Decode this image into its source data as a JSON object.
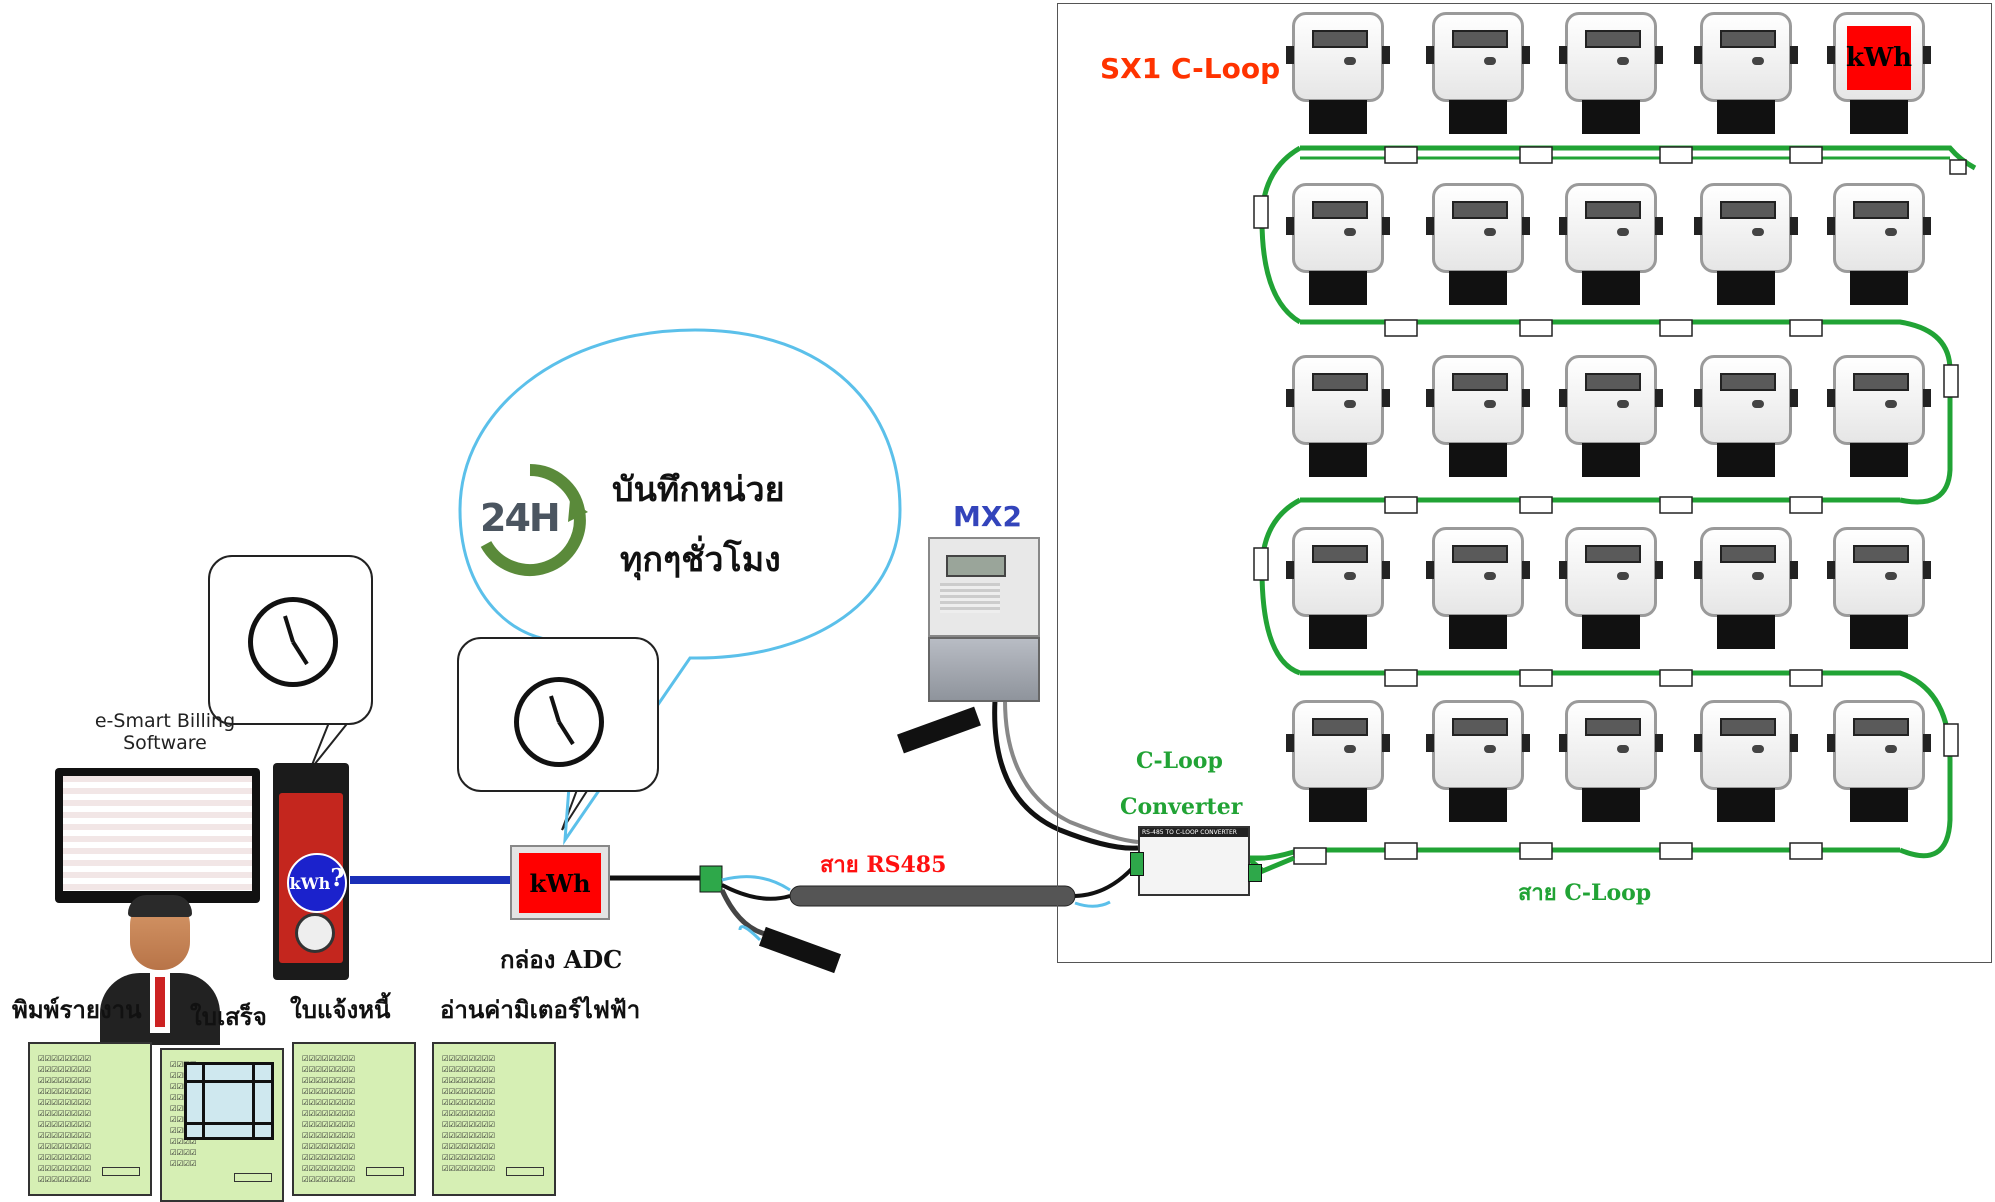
{
  "loop_title": "SX1 C-Loop",
  "meter_label": "kWh",
  "mx2_label": "MX2",
  "converter_label_1": "C-Loop",
  "converter_label_2": "Converter",
  "converter_device_text": "RS-485 TO C-LOOP CONVERTER",
  "rs485_label": "สาย RS485",
  "cloop_cable_label": "สาย C-Loop",
  "record_line_1": "บันทึกหน่วย",
  "record_line_2": "ทุกๆชั่วโมง",
  "badge_24h": "24H",
  "software_line_1": "e-Smart Billing",
  "software_line_2": "Software",
  "pc_label": "kWh",
  "pc_question": "?",
  "adc_box_label": "kWh",
  "adc_line_1": "กล่อง  ADC",
  "adc_line_2": "อ่านค่ามิเตอร์ไฟฟ้า",
  "print_report": "พิมพ์รายงาน",
  "receipt": "ใบเสร็จ",
  "invoice": "ใบแจ้งหนี้",
  "colors": {
    "wire_green": "#21a335",
    "bus_blue": "#1a2fb8",
    "bubble_blue": "#5bc0ea",
    "label_red": "#ff3300",
    "doc_green": "#d6efb4",
    "alert_red": "#ff0000"
  }
}
